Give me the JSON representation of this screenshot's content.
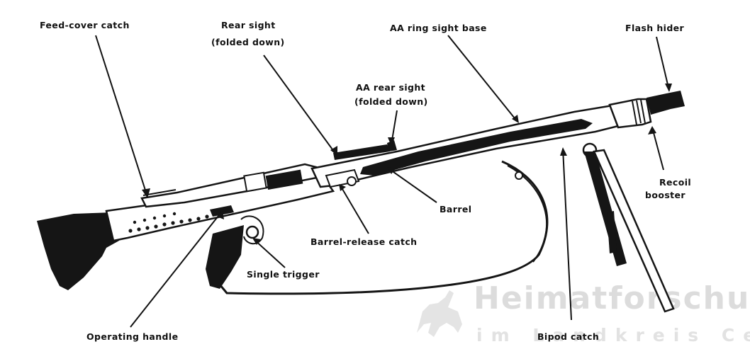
{
  "labels": {
    "feed_cover_catch": "Feed-cover catch",
    "rear_sight_1": "Rear sight",
    "rear_sight_2": "(folded down)",
    "aa_ring_sight_base": "AA ring sight base",
    "flash_hider": "Flash hider",
    "aa_rear_sight_1": "AA rear sight",
    "aa_rear_sight_2": "(folded down)",
    "recoil_booster_1": "Recoil",
    "recoil_booster_2": "booster",
    "barrel": "Barrel",
    "barrel_release_catch": "Barrel-release catch",
    "single_trigger": "Single trigger",
    "operating_handle": "Operating handle",
    "bipod_catch": "Bipod catch"
  },
  "watermark": {
    "line1": "Heimatforschung",
    "line2": "im Landkreis Celle"
  }
}
